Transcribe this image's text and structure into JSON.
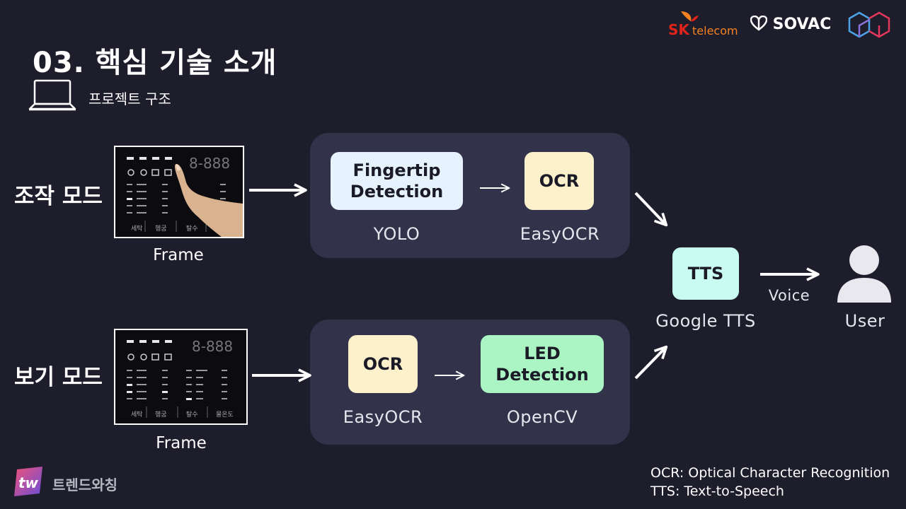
{
  "header": {
    "title": "03. 핵심 기술 소개",
    "subtitle": "프로젝트 구조"
  },
  "logos": {
    "sk_mark": "SK",
    "sk_word": "telecom",
    "sovac": "SOVAC"
  },
  "modes": {
    "operation": "조작 모드",
    "view": "보기 모드"
  },
  "frames": {
    "top_label": "Frame",
    "bottom_label": "Frame",
    "panel_display": "8-888",
    "panel_categories": [
      "세탁",
      "헹굼",
      "탈수",
      "물온도"
    ]
  },
  "pipeline_top": {
    "node1": "Fingertip Detection",
    "node1_caption": "YOLO",
    "node2": "OCR",
    "node2_caption": "EasyOCR"
  },
  "pipeline_bottom": {
    "node1": "OCR",
    "node1_caption": "EasyOCR",
    "node2": "LED Detection",
    "node2_caption": "OpenCV"
  },
  "output": {
    "tts": "TTS",
    "tts_caption": "Google TTS",
    "edge_label": "Voice",
    "user_caption": "User"
  },
  "legend": {
    "ocr": "OCR: Optical Character Recognition",
    "tts": "TTS: Text-to-Speech"
  },
  "watermark": {
    "badge": "tw",
    "text": "트렌드와칭"
  },
  "colors": {
    "background": "#1d1d2c",
    "panel": "#32324a",
    "fingertip_node": "#e6f3fe",
    "ocr_node": "#fdf1cc",
    "led_node": "#aaf5c3",
    "tts_node": "#c9fbf1"
  }
}
